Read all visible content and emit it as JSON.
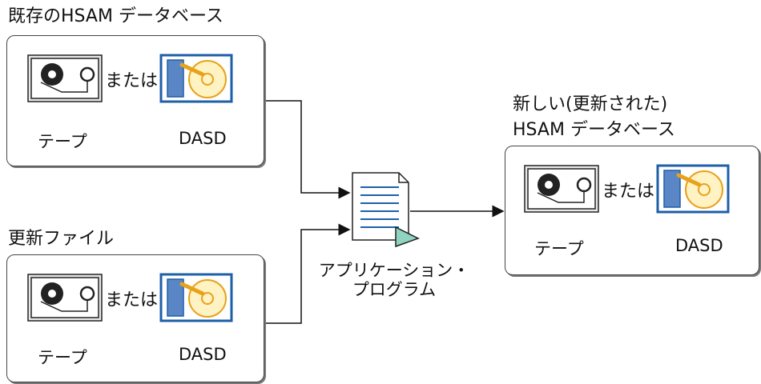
{
  "inputs": [
    {
      "title": "既存のHSAM データベース",
      "or_text": "または",
      "tape_label": "テープ",
      "dasd_label": "DASD"
    },
    {
      "title": "更新ファイル",
      "or_text": "または",
      "tape_label": "テープ",
      "dasd_label": "DASD"
    }
  ],
  "program": {
    "line1": "アプリケーション・",
    "line2": "プログラム"
  },
  "output": {
    "title_line1": "新しい(更新された)",
    "title_line2": "HSAM データベース",
    "or_text": "または",
    "tape_label": "テープ",
    "dasd_label": "DASD"
  },
  "colors": {
    "dasd_blue": "#1e5fa8",
    "dasd_fill": "#5b86c6",
    "disk": "#fff3c4",
    "disk_edge": "#e8a21a",
    "program_triangle": "#8fd3c0"
  }
}
